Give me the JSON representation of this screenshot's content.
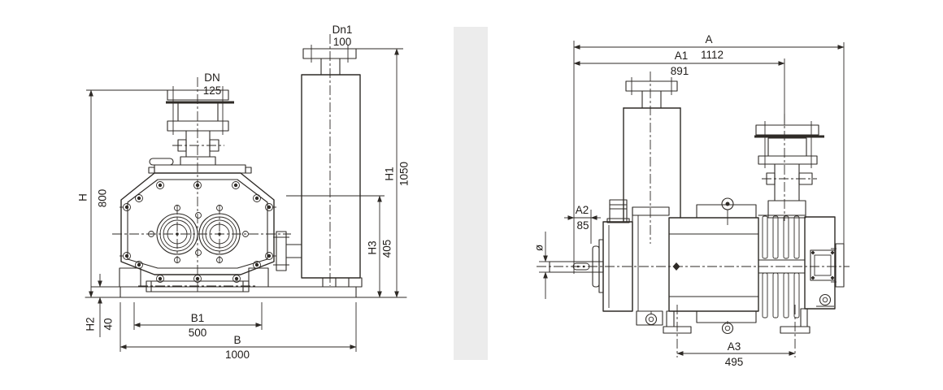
{
  "colors": {
    "line": "#2e2a26",
    "text": "#1f1c19",
    "separator_bar": "#ececec",
    "background": "#ffffff"
  },
  "front_view": {
    "labels": {
      "inlet": {
        "name": "DN",
        "value": "125"
      },
      "outlet": {
        "name": "Dn1",
        "value": "100"
      },
      "H": {
        "name": "H",
        "value": "800"
      },
      "H1": {
        "name": "H1",
        "value": "1050"
      },
      "H2": {
        "name": "H2",
        "value": "40"
      },
      "H3": {
        "name": "H3",
        "value": "405"
      },
      "B": {
        "name": "B",
        "value": "1000"
      },
      "B1": {
        "name": "B1",
        "value": "500"
      }
    }
  },
  "side_view": {
    "labels": {
      "A": {
        "name": "A",
        "value": "1112"
      },
      "A1": {
        "name": "A1",
        "value": "891"
      },
      "A2": {
        "name": "A2",
        "value": "85"
      },
      "A3": {
        "name": "A3",
        "value": "495"
      },
      "shaft_diameter": {
        "symbol": "ø"
      }
    }
  }
}
